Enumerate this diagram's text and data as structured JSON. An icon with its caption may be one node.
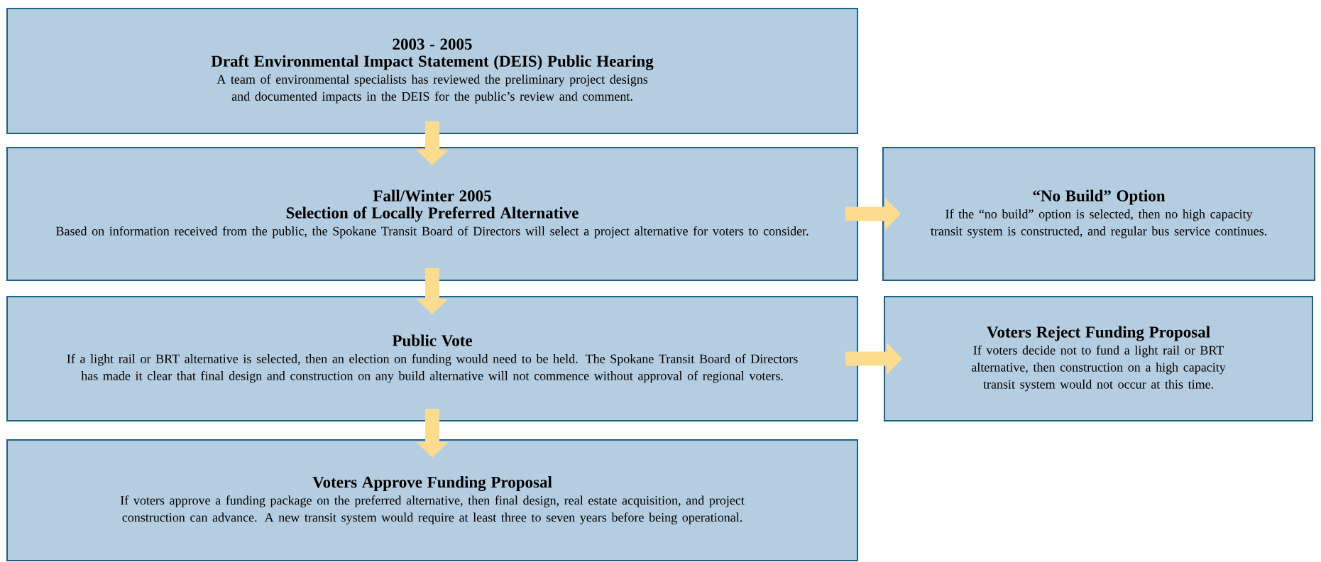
{
  "diagram": {
    "nodes": [
      {
        "text": [
          "2003 - 2005",
          "Draft Environmental Impact Statement (DEIS) Public Hearing",
          "A team of environmental specialists has reviewed the preliminary project designs and documented impacts in the DEIS for the public’s review and comment."
        ]
      },
      {
        "text": [
          "Fall/Winter 2005",
          "Selection of Locally Preferred Alternative",
          "Based on information received from the public, the Spokane Transit Board of Directors will select a project alternative for voters to consider."
        ]
      },
      {
        "text": [
          "“No Build” Option",
          "If the “no build” option is selected, then no high capacity transit system is constructed, and regular bus service continues."
        ]
      },
      {
        "text": [
          "Public Vote",
          "If a light rail or BRT alternative is selected, then an election on funding would need to be held. The Spokane Transit Board of Directors has made it clear that final design and construction on any build alternative will not commence without approval of regional voters."
        ]
      },
      {
        "text": [
          "Voters Reject Funding Proposal",
          "If voters decide not to fund a light rail or BRT alternative, then construction on a high capacity transit system would not occur at this time."
        ]
      },
      {
        "text": [
          "Voters Approve Funding Proposal",
          "If voters approve a funding package on the preferred alternative, then final design, real estate acquisition, and project construction can advance. A new transit system would require at least three to seven years before being operational."
        ]
      }
    ],
    "edges": [
      {
        "from": 0,
        "to": 1,
        "arrow": "to"
      },
      {
        "from": 1,
        "to": 2,
        "arrow": "to"
      },
      {
        "from": 1,
        "to": 3,
        "arrow": "to"
      },
      {
        "from": 3,
        "to": 4,
        "arrow": "to"
      },
      {
        "from": 3,
        "to": 5,
        "arrow": "to"
      }
    ]
  }
}
